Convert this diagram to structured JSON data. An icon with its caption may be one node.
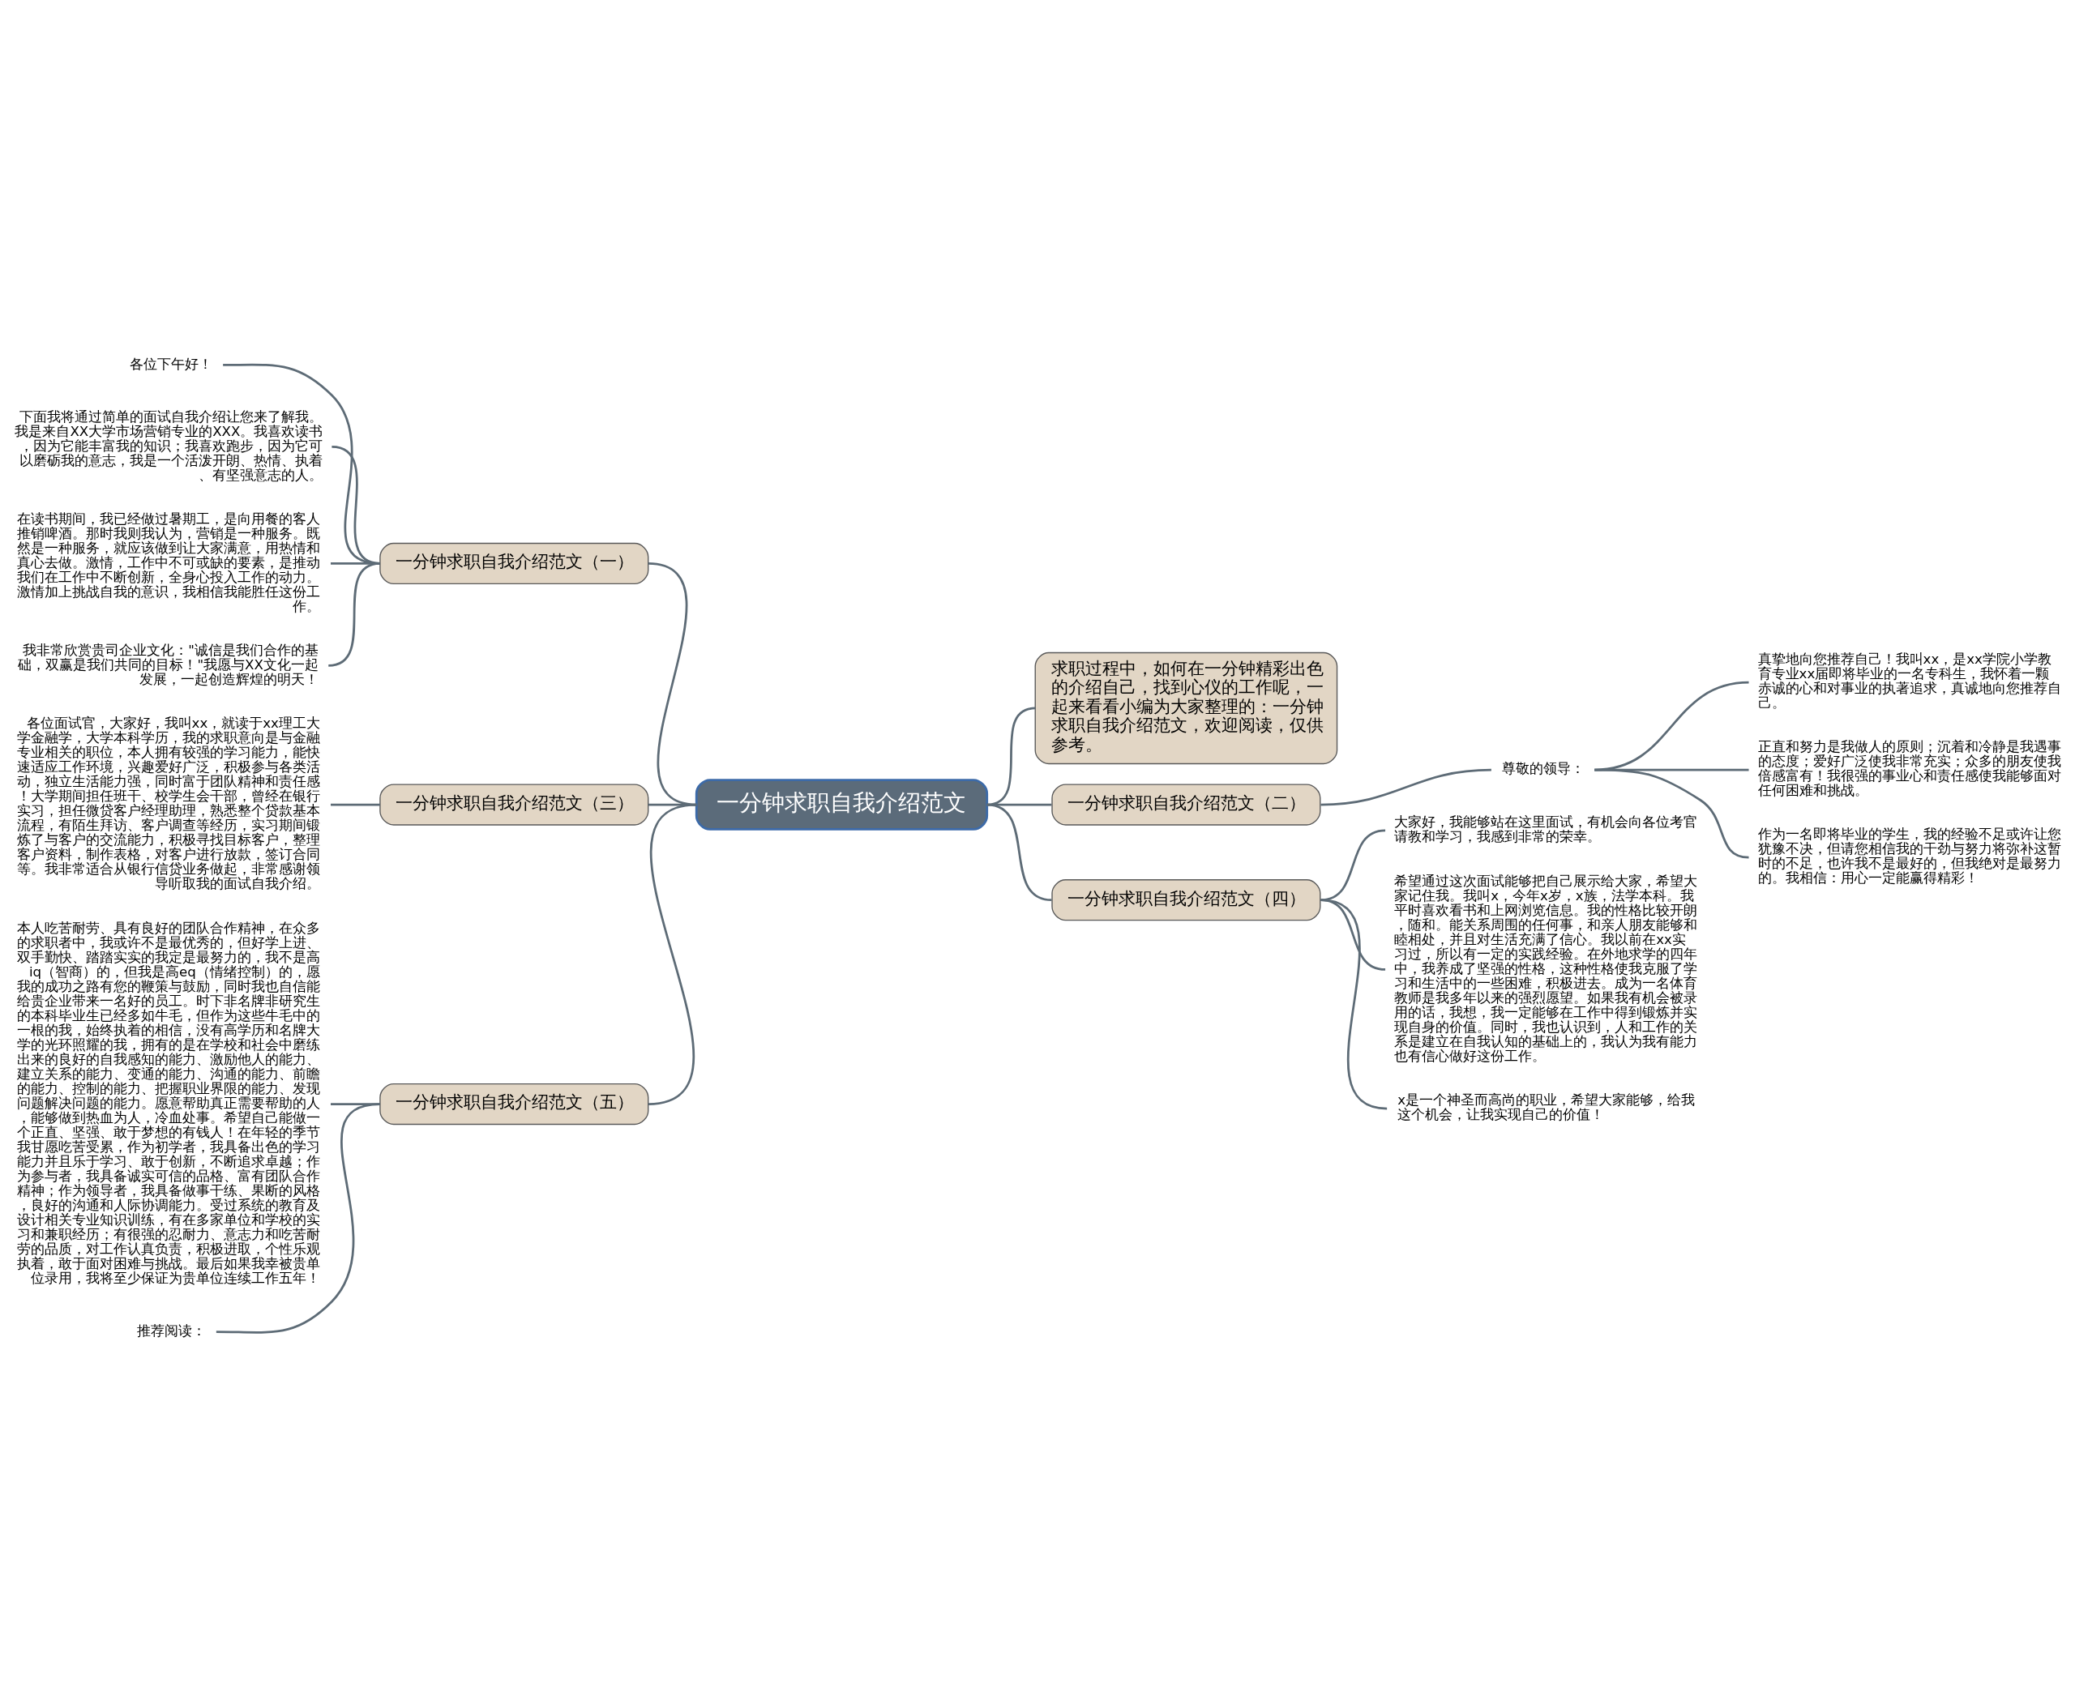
{
  "diagram": {
    "nodes": [
      {
        "text": [
          "一分钟求职自我介绍范文"
        ]
      },
      {
        "text": [
          "一分钟求职自我介绍范文（一）"
        ]
      },
      {
        "text": [
          "各位下午好！"
        ]
      },
      {
        "text": [
          "下面我将通过简单的面试自我介绍让您来了解我。我是来自XX大学市场营销专业的XXX。我喜欢读书，因为它能丰富我的知识；我喜欢跑步，因为它可以磨砺我的意志，我是一个活泼开朗、热情、执着、有坚强意志的人。"
        ]
      },
      {
        "text": [
          "在读书期间，我已经做过暑期工，是向用餐的客人推销啤酒。那时我则我认为，营销是一种服务。既然是一种服务，就应该做到让大家满意，用热情和真心去做。激情，工作中不可或缺的要素，是推动我们在工作中不断创新，全身心投入工作的动力。激情加上挑战自我的意识，我相信我能胜任这份工作。"
        ]
      },
      {
        "text": [
          "我非常欣赏贵司企业文化：\"诚信是我们合作的基础，双赢是我们共同的目标！\"我愿与XX文化一起发展，一起创造辉煌的明天！"
        ]
      },
      {
        "text": [
          "求职过程中，如何在一分钟精彩出色的介绍自己，找到心仪的工作呢，一起来看看小编为大家整理的：一分钟求职自我介绍范文，欢迎阅读，仅供参考。"
        ]
      },
      {
        "text": [
          "一分钟求职自我介绍范文（三）"
        ]
      },
      {
        "text": [
          "各位面试官，大家好，我叫xx，就读于xx理工大学金融学，大学本科学历，我的求职意向是与金融专业相关的职位，本人拥有较强的学习能力，能快速适应工作环境，兴趣爱好广泛，积极参与各类活动，独立生活能力强，同时富于团队精神和责任感！大学期间担任班干、校学生会干部，曾经在银行实习，担任微贷客户经理助理，熟悉整个贷款基本流程，有陌生拜访、客户调查等经历，实习期间锻炼了与客户的交流能力，积极寻找目标客户，整理客户资料，制作表格，对客户进行放款，签订合同等。我非常适合从银行信贷业务做起，非常感谢领导听取我的面试自我介绍。"
        ]
      },
      {
        "text": [
          "一分钟求职自我介绍范文（二）"
        ]
      },
      {
        "text": [
          "尊敬的领导："
        ]
      },
      {
        "text": [
          "真挚地向您推荐自己！我叫xx，是xx学院小学教育专业xx届即将毕业的一名专科生，我怀着一颗赤诚的心和对事业的执著追求，真诚地向您推荐自己。"
        ]
      },
      {
        "text": [
          "正直和努力是我做人的原则；沉着和冷静是我遇事的态度；爱好广泛使我非常充实；众多的朋友使我倍感富有！我很强的事业心和责任感使我能够面对任何困难和挑战。"
        ]
      },
      {
        "text": [
          "作为一名即将毕业的学生，我的经验不足或许让您犹豫不决，但请您相信我的干劲与努力将弥补这暂时的不足，也许我不是最好的，但我绝对是最努力的。我相信：用心一定能赢得精彩！"
        ]
      },
      {
        "text": [
          "一分钟求职自我介绍范文（五）"
        ]
      },
      {
        "text": [
          "本人吃苦耐劳、具有良好的团队合作精神，在众多的求职者中，我或许不是最优秀的，但好学上进、双手勤快、踏踏实实的我定是最努力的，我不是高iq（智商）的，但我是高eq（情绪控制）的，愿我的成功之路有您的鞭策与鼓励，同时我也自信能给贵企业带来一名好的员工。时下非名牌非研究生的本科毕业生已经多如牛毛，但作为这些牛毛中的一根的我，始终执着的相信，没有高学历和名牌大学的光环照耀的我，拥有的是在学校和社会中磨练出来的良好的自我感知的能力、激励他人的能力、建立关系的能力、变通的能力、沟通的能力、前瞻的能力、控制的能力、把握职业界限的能力、发现问题解决问题的能力。愿意帮助真正需要帮助的人，能够做到热血为人，冷血处事。希望自己能做一个正直、坚强、敢于梦想的有钱人！在年轻的季节我甘愿吃苦受累，作为初学者，我具备出色的学习能力并且乐于学习、敢于创新，不断追求卓越；作为参与者，我具备诚实可信的品格、富有团队合作精神；作为领导者，我具备做事干练、果断的风格，良好的沟通和人际协调能力。受过系统的教育及设计相关专业知识训练，有在多家单位和学校的实习和兼职经历；有很强的忍耐力、意志力和吃苦耐劳的品质，对工作认真负责，积极进取，个性乐观执着，敢于面对困难与挑战。最后如果我幸被贵单位录用，我将至少保证为贵单位连续工作五年！"
        ]
      },
      {
        "text": [
          "推荐阅读："
        ]
      },
      {
        "text": [
          "一分钟求职自我介绍范文（四）"
        ]
      },
      {
        "text": [
          "大家好，我能够站在这里面试，有机会向各位考官请教和学习，我感到非常的荣幸。"
        ]
      },
      {
        "text": [
          "希望通过这次面试能够把自己展示给大家，希望大家记住我。我叫x，今年x岁，x族，法学本科。我平时喜欢看书和上网浏览信息。我的性格比较开朗，随和。能关系周围的任何事，和亲人朋友能够和睦相处，并且对生活充满了信心。我以前在xx实习过，所以有一定的实践经验。在外地求学的四年中，我养成了坚强的性格，这种性格使我克服了学习和生活中的一些困难，积极进去。成为一名体育教师是我多年以来的强烈愿望。如果我有机会被录用的话，我想，我一定能够在工作中得到锻炼并实现自身的价值。同时，我也认识到，人和工作的关系是建立在自我认知的基础上的，我认为我有能力也有信心做好这份工作。"
        ]
      },
      {
        "text": [
          "x是一个神圣而高尚的职业，希望大家能够，给我这个机会，让我实现自己的价值！"
        ]
      }
    ],
    "edges": [
      {
        "from": 0,
        "to": 1,
        "arrow": "none"
      },
      {
        "from": 1,
        "to": 2,
        "arrow": "none"
      },
      {
        "from": 1,
        "to": 3,
        "arrow": "none"
      },
      {
        "from": 1,
        "to": 4,
        "arrow": "none"
      },
      {
        "from": 1,
        "to": 5,
        "arrow": "none"
      },
      {
        "from": 0,
        "to": 6,
        "arrow": "none"
      },
      {
        "from": 0,
        "to": 7,
        "arrow": "none"
      },
      {
        "from": 7,
        "to": 8,
        "arrow": "none"
      },
      {
        "from": 0,
        "to": 9,
        "arrow": "none"
      },
      {
        "from": 9,
        "to": 10,
        "arrow": "none"
      },
      {
        "from": 10,
        "to": 11,
        "arrow": "none"
      },
      {
        "from": 10,
        "to": 12,
        "arrow": "none"
      },
      {
        "from": 10,
        "to": 13,
        "arrow": "none"
      },
      {
        "from": 0,
        "to": 14,
        "arrow": "none"
      },
      {
        "from": 14,
        "to": 15,
        "arrow": "none"
      },
      {
        "from": 14,
        "to": 16,
        "arrow": "none"
      },
      {
        "from": 0,
        "to": 17,
        "arrow": "none"
      },
      {
        "from": 17,
        "to": 18,
        "arrow": "none"
      },
      {
        "from": 17,
        "to": 19,
        "arrow": "none"
      },
      {
        "from": 17,
        "to": 20,
        "arrow": "none"
      }
    ]
  }
}
